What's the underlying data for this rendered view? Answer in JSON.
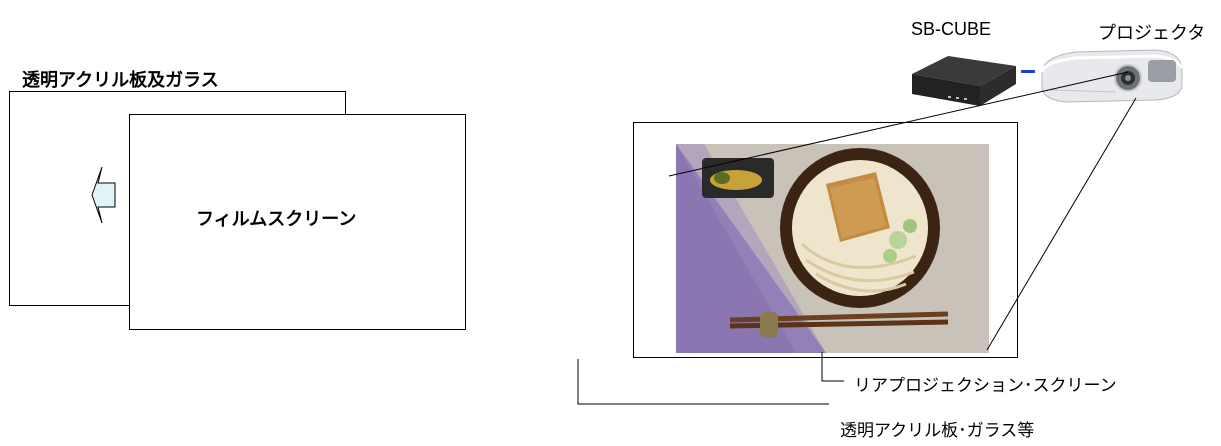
{
  "left_panel": {
    "caption": "透明アクリル板及ガラス",
    "screen_label": "フィルムスクリーン"
  },
  "right_panel": {
    "sb_cube_label": "SB-CUBE",
    "projector_label": "プロジェクタ",
    "rear_screen_label": "リアプロジェクション･スクリーン",
    "glass_label": "透明アクリル板･ガラス等"
  },
  "colors": {
    "line": "#000000",
    "connector": "#1a3fd1",
    "arrow_fill": "#dff3f8",
    "purple": "#8a76b0",
    "table": "#c9c2b8"
  }
}
